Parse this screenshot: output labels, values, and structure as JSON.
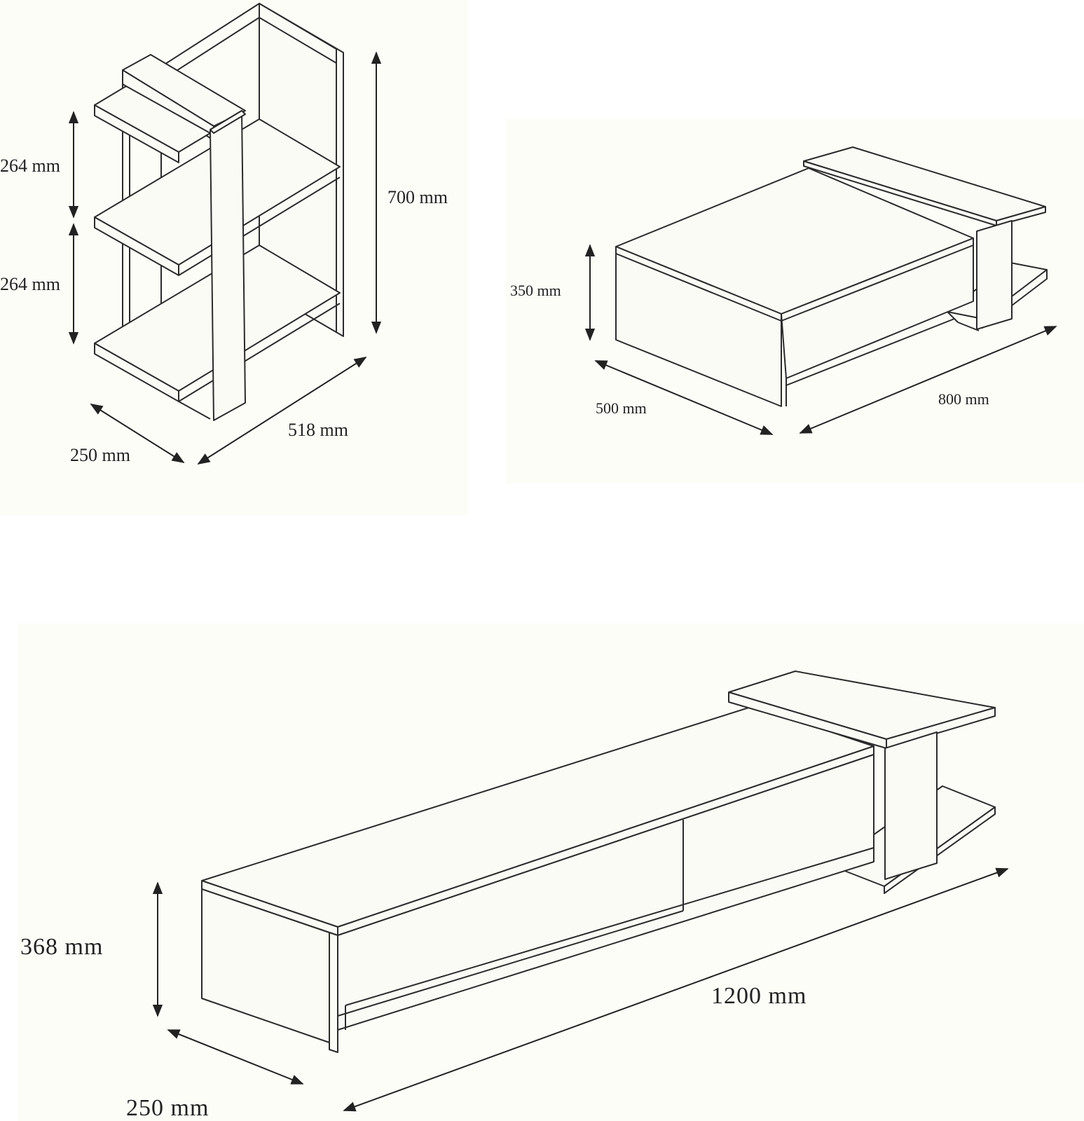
{
  "shelf": {
    "height_label": "700 mm",
    "upper_gap_label": "264 mm",
    "lower_gap_label": "264 mm",
    "width_label": "518 mm",
    "depth_label": "250 mm"
  },
  "coffee_table": {
    "height_label": "350 mm",
    "depth_label": "500 mm",
    "width_label": "800 mm"
  },
  "tv_stand": {
    "height_label": "368 mm",
    "width_label": "1200 mm",
    "depth_label": "250 mm"
  },
  "colors": {
    "line": "#2b2b2b",
    "panel_background": "#fdfdf8"
  }
}
